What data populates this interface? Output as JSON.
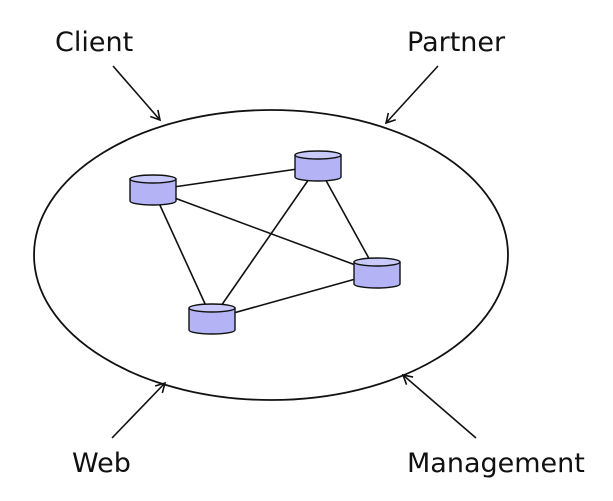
{
  "labels": {
    "client": "Client",
    "partner": "Partner",
    "web": "Web",
    "management": "Management"
  },
  "colors": {
    "stroke": "#111111",
    "node_fill": "#b3b3f5",
    "node_top": "#c9c9fb",
    "background": "#ffffff"
  },
  "nodes": [
    {
      "id": "node-a"
    },
    {
      "id": "node-b"
    },
    {
      "id": "node-c"
    },
    {
      "id": "node-d"
    }
  ],
  "edges": [
    {
      "from": "node-a",
      "to": "node-b"
    },
    {
      "from": "node-a",
      "to": "node-c"
    },
    {
      "from": "node-a",
      "to": "node-d"
    },
    {
      "from": "node-b",
      "to": "node-c"
    },
    {
      "from": "node-b",
      "to": "node-d"
    },
    {
      "from": "node-c",
      "to": "node-d"
    }
  ]
}
